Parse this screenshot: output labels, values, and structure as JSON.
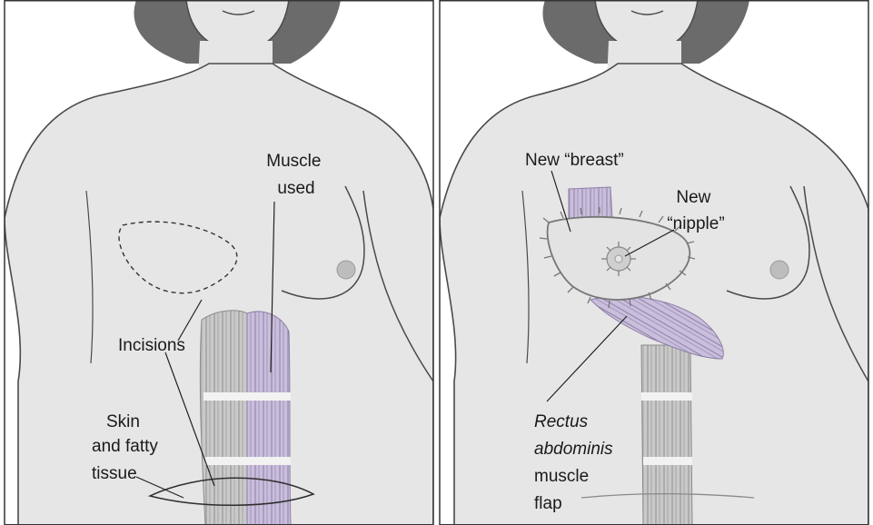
{
  "left_panel": {
    "label_muscle": [
      "Muscle",
      "used"
    ],
    "label_incisions": "Incisions",
    "label_skin": [
      "Skin",
      "and fatty",
      "tissue"
    ]
  },
  "right_panel": {
    "label_breast": "New “breast”",
    "label_nipple": [
      "New",
      "“nipple”"
    ],
    "label_rectus_italic": [
      "Rectus",
      "abdominis"
    ],
    "label_rectus_plain": [
      "muscle",
      "flap"
    ]
  },
  "colors": {
    "skin": "#e6e6e6",
    "hair": "#6b6b6b",
    "outline": "#4a4a4a",
    "muscle_grey": "#c9c9c9",
    "muscle_purple": "#c9bedb",
    "frame": "#333333"
  }
}
